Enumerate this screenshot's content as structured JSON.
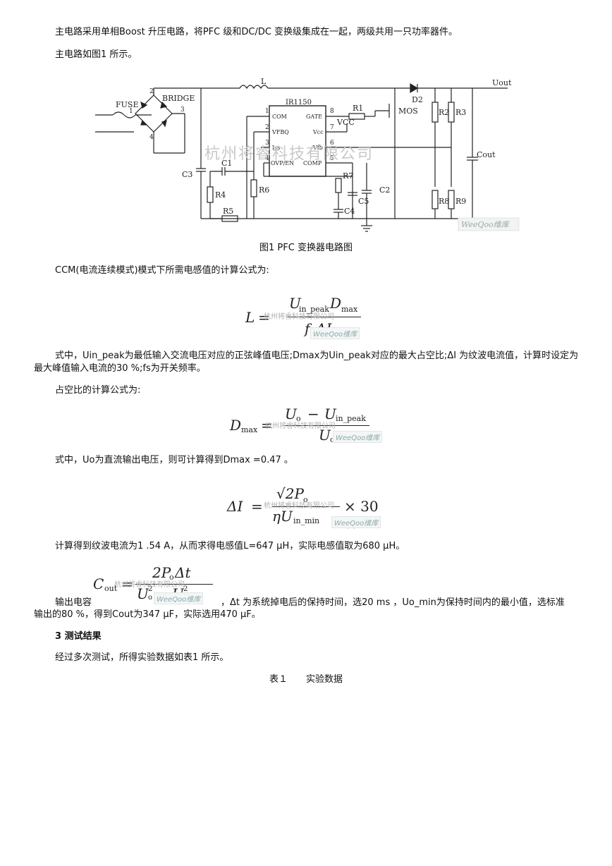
{
  "para1": "主电路采用单相Boost 升压电路，将PFC 级和DC/DC 变换级集成在一起，两级共用一只功率器件。",
  "para2": "主电路如图1 所示。",
  "circuit": {
    "fuse": "FUSE",
    "bridge": "BRIDGE",
    "inductor": "L",
    "uout": "Uout",
    "ic": "IR1150",
    "d2": "D2",
    "mos": "MOS",
    "vcc": "VCC",
    "pins": {
      "com": "COM",
      "gate": "GATE",
      "vfbq": "VFBQ",
      "vcc_pin": "Vcc",
      "iss": "Iss",
      "vfb": "Vfb",
      "ovp": "OVP/EN",
      "comp": "COMP"
    },
    "pin_numbers": [
      "1",
      "2",
      "3",
      "4",
      "5",
      "6",
      "7",
      "8"
    ],
    "bridge_numbers": [
      "1",
      "2",
      "3",
      "4"
    ],
    "components": {
      "r1": "R1",
      "r2": "R2",
      "r3": "R3",
      "r4": "R4",
      "r5": "R5",
      "r6": "R6",
      "r7": "R7",
      "r8": "R8",
      "r9": "R9",
      "c1": "C1",
      "c2": "C2",
      "c3": "C3",
      "c4": "C4",
      "c5": "C5",
      "cout": "Cout"
    },
    "watermark": "杭州将睿科技有限公司",
    "weeqoo": "WeeQoo维库"
  },
  "fig_caption": "图1  PFC 变换器电路图",
  "para3": "CCM(电流连续模式)模式下所需电感值的计算公式为:",
  "formula1": {
    "lhs": "L",
    "eq": "=",
    "num_u": "U",
    "num_sub": "in_peak",
    "num_d": "D",
    "num_dsub": "max",
    "den_f": "f",
    "den_fsub": "s",
    "den_di": "ΔI"
  },
  "para4": "式中，Uin_peak为最低输入交流电压对应的正弦峰值电压;Dmax为Uin_peak对应的最大占空比;ΔI 为纹波电流值，计算时设定为最大峰值输入电流的30 %;fs为开关频率。",
  "para5": "占空比的计算公式为:",
  "formula2": {
    "lhs": "D",
    "lhs_sub": "max",
    "eq": "=",
    "num": "U",
    "num_sub": "o",
    "minus": "−",
    "num2": "U",
    "num2_sub": "in_peak",
    "den": "U",
    "den_sub": "o"
  },
  "para6": "式中，Uo为直流输出电压，则可计算得到Dmax =0.47 。",
  "formula3": {
    "lhs": "ΔI",
    "eq": "=",
    "num": "√2P",
    "num_sub": "o",
    "den": "ηU",
    "den_sub": "in_min",
    "times": "× 30 %"
  },
  "para7": "计算得到纹波电流为1 .54 A，从而求得电感值L=647 μH，实际电感值取为680 μH。",
  "formula4": {
    "lhs": "C",
    "lhs_sub": "out",
    "eq": "=",
    "num": "2P",
    "num_sub": "o",
    "num2": "Δt",
    "den": "U",
    "den_sub": "o",
    "den_sup": "2",
    "minus": "−",
    "den2": "U",
    "den2_sub": "min",
    "den2_sup": "2"
  },
  "para8_a": "输出电容",
  "para8_b": "，Δt 为系统掉电后的保持时间，选20 ms ，Uo_min为保持时间内的最小值，选标准",
  "para8_c": "输出的80 %，得到Cout为347 μF，实际选用470 μF。",
  "section": "3  测试结果",
  "para9": "经过多次测试，所得实验数据如表1 所示。",
  "table_caption": "表１　　实验数据"
}
